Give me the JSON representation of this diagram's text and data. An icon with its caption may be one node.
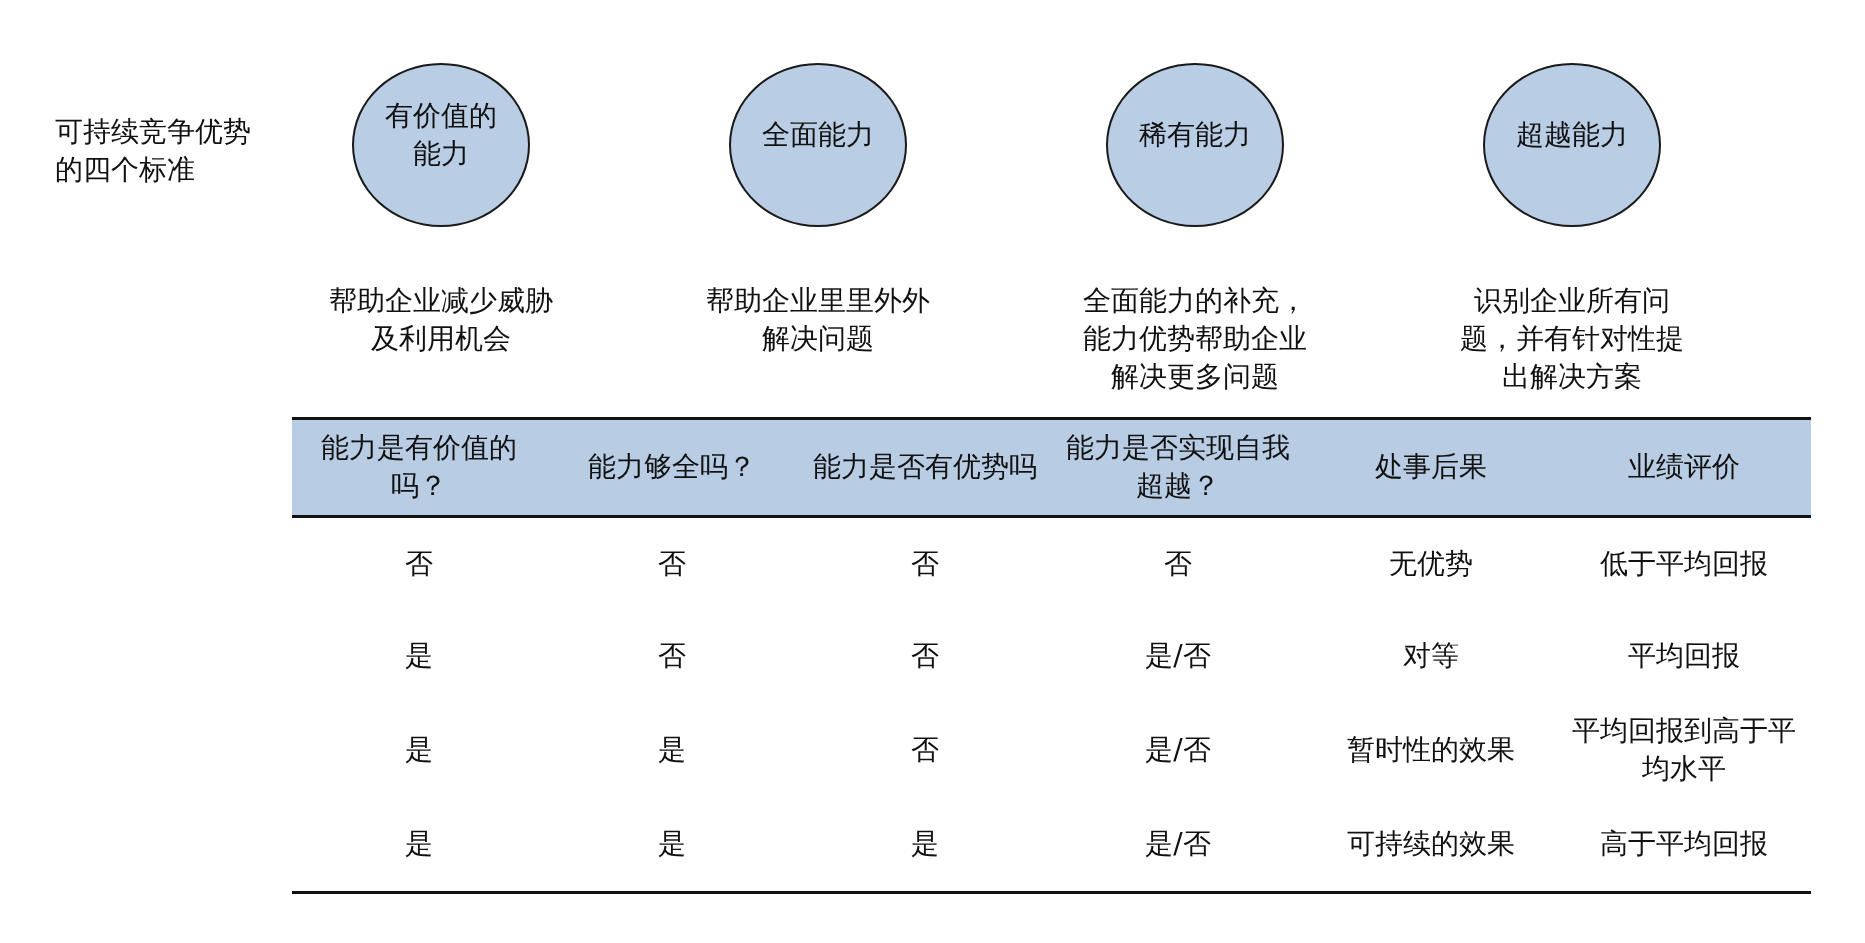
{
  "diagram": {
    "nodes": [
      {
        "text": [
          "有价值的能力"
        ],
        "beside": [
          "帮助企业减少威胁及利用机会"
        ]
      },
      {
        "text": [
          "全面能力"
        ],
        "beside": [
          "帮助企业里里外外解决问题"
        ]
      },
      {
        "text": [
          "稀有能力"
        ],
        "beside": [
          "全面能力的补充，能力优势帮助企业解决更多问题"
        ]
      },
      {
        "text": [
          "超越能力"
        ],
        "beside": [
          "识别企业所有问题，并有针对性提出解决方案"
        ]
      }
    ],
    "labels": [
      "可持续竞争优势的四个标准",
      "能力是有价值的吗？",
      "能力够全吗？",
      "能力是否有优势吗",
      "能力是否实现自我超越？",
      "处事后果",
      "业绩评价",
      "否",
      "否",
      "否",
      "否",
      "无优势",
      "低于平均回报",
      "是",
      "否",
      "否",
      "是/否",
      "对等",
      "平均回报",
      "是",
      "是",
      "否",
      "是/否",
      "暂时性的效果",
      "平均回报到高于平均水平",
      "是",
      "是",
      "是",
      "是/否",
      "可持续的效果",
      "高于平均回报"
    ]
  }
}
